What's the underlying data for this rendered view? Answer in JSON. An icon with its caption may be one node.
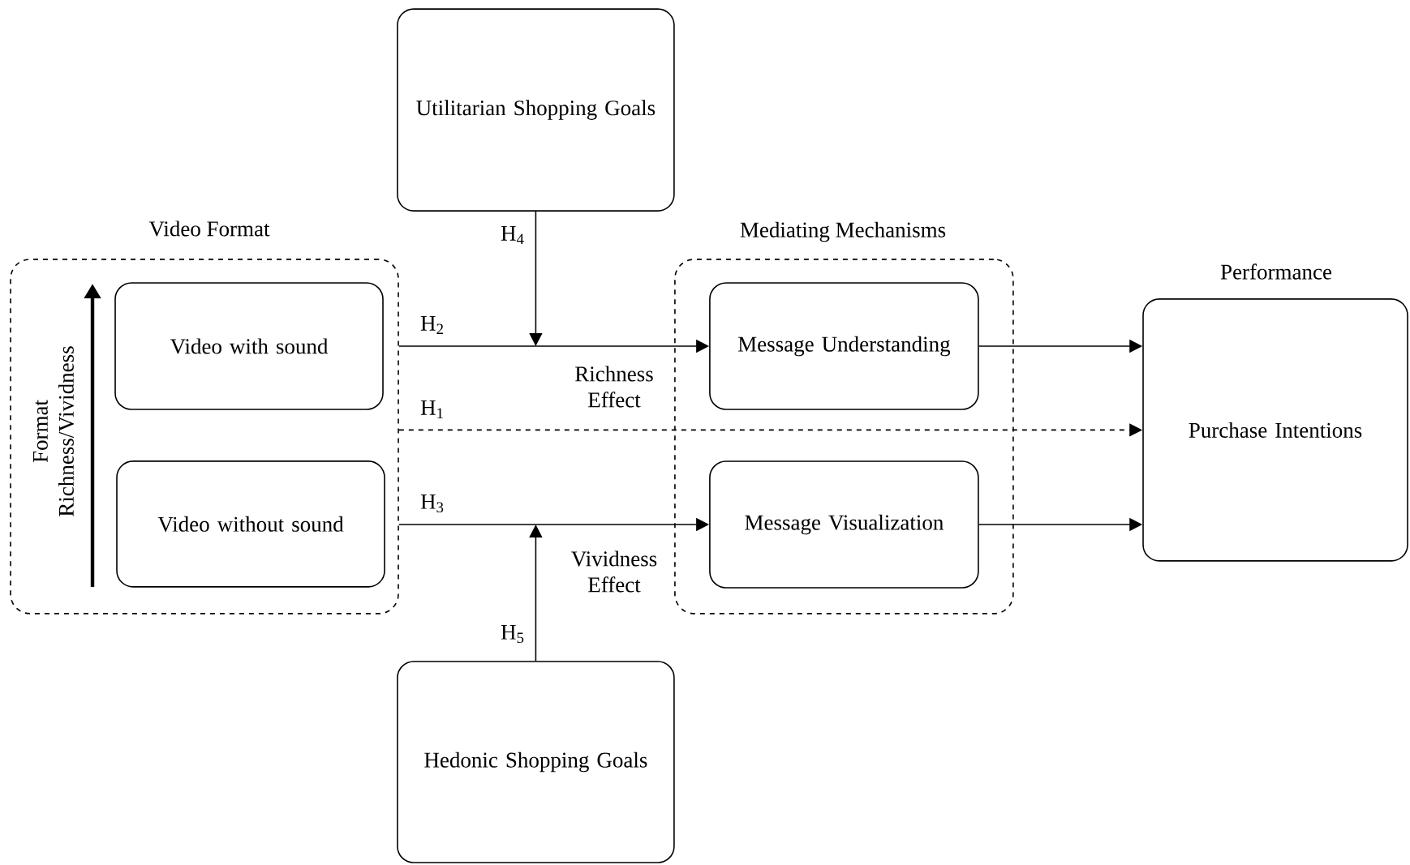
{
  "diagram": {
    "nodes": [
      {
        "text": [
          "Video Format"
        ]
      },
      {
        "text": [
          "Video with sound"
        ],
        "in": 0
      },
      {
        "text": [
          "Video without sound"
        ],
        "in": 0
      },
      {
        "text": [
          "Utilitarian Shopping Goals"
        ]
      },
      {
        "text": [
          "Mediating Mechanisms"
        ]
      },
      {
        "text": [
          "Message Understanding"
        ],
        "in": 4
      },
      {
        "text": [
          "Message Visualization"
        ],
        "in": 4
      },
      {
        "text": [
          "Performance",
          "Purchase Intentions"
        ]
      },
      {
        "text": [
          "Hedonic Shopping Goals"
        ]
      }
    ],
    "edges": [
      {
        "from": 0,
        "to": 5,
        "arrow": "to",
        "label": "H$_{2}$"
      },
      {
        "from": 0,
        "to": 7,
        "arrow": "to",
        "label": "H$_{1}$",
        "style": "dashed"
      },
      {
        "from": 0,
        "to": 6,
        "arrow": "to",
        "label": "H$_{3}$"
      },
      {
        "from": 3,
        "to": null,
        "arrow": "to",
        "label": "H$_{4}$"
      },
      {
        "from": 8,
        "to": null,
        "arrow": "to",
        "label": "H$_{5}$"
      },
      {
        "from": 5,
        "to": 7,
        "arrow": "to"
      },
      {
        "from": 6,
        "to": 7,
        "arrow": "to"
      }
    ],
    "labels": [
      "Format Richness/Vividness",
      "Richness Effect",
      "Vividness Effect"
    ]
  }
}
